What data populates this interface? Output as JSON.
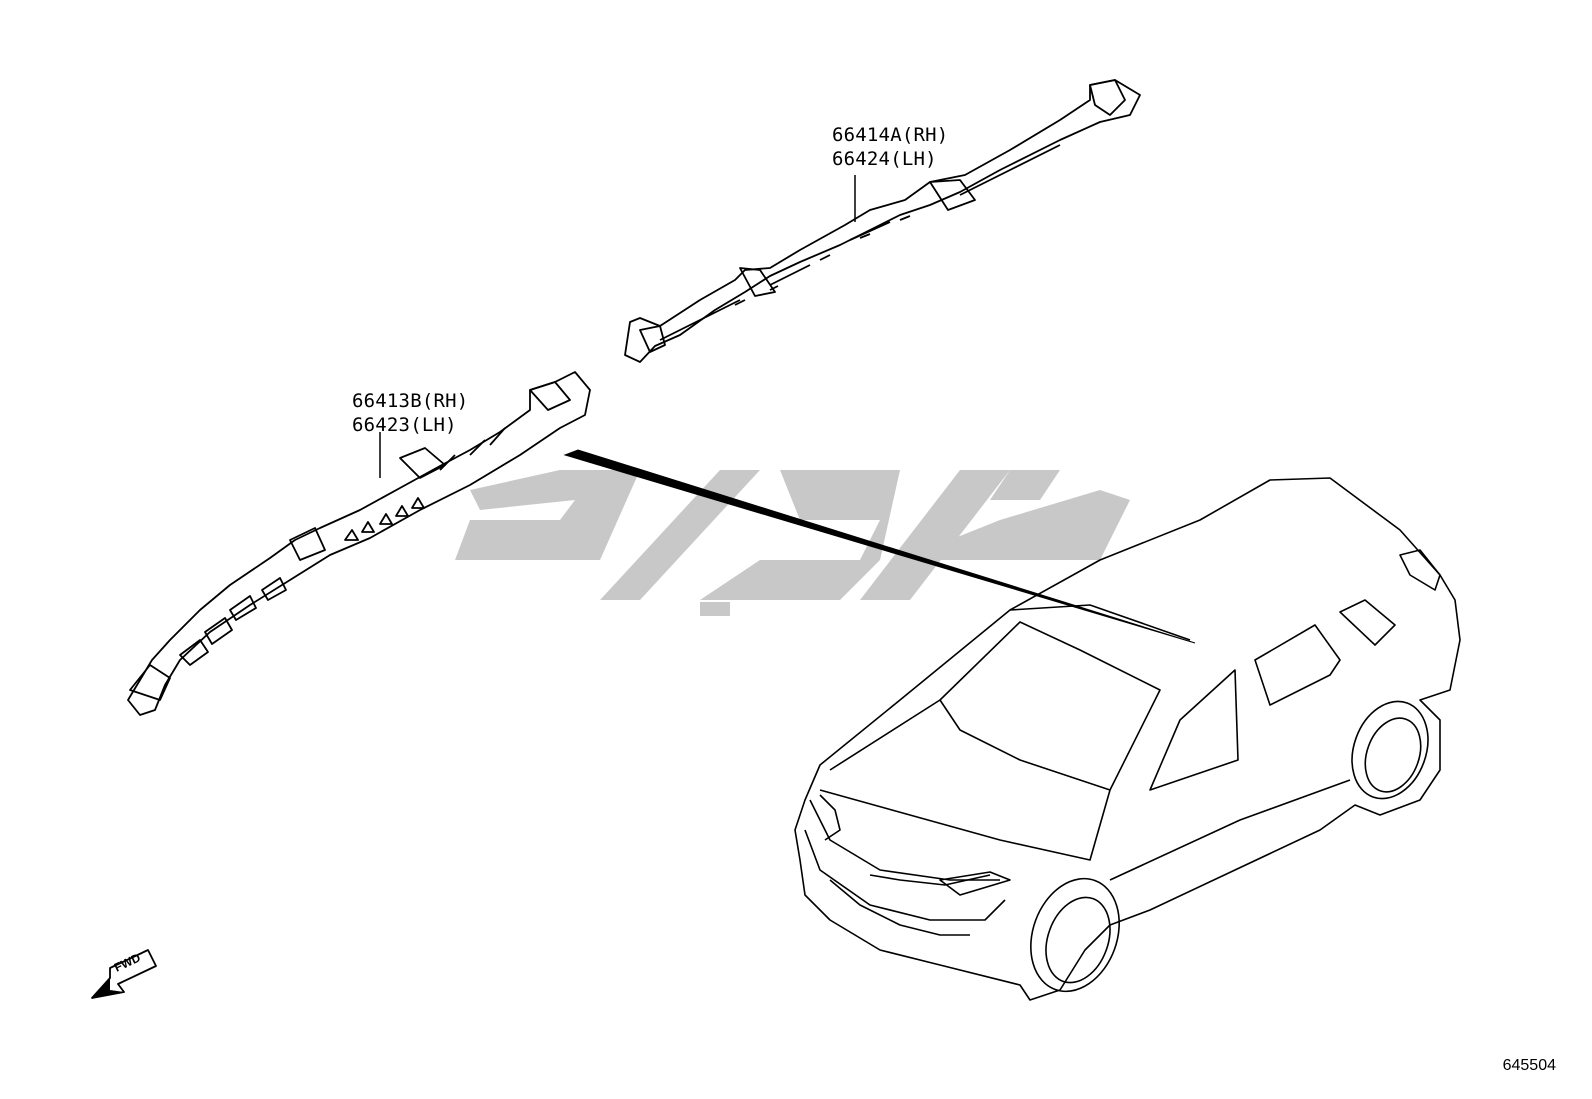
{
  "diagram": {
    "upper_part": {
      "code_rh": "66414A(RH)",
      "code_lh": "66424(LH)"
    },
    "lower_part": {
      "code_rh": "66413B(RH)",
      "code_lh": "66423(LH)"
    },
    "fwd_arrow_label": "FWD",
    "diagram_id": "645504",
    "watermark_text": "یدکی پارت"
  },
  "colors": {
    "line": "#000000",
    "watermark": "#c8c8c8",
    "background": "#ffffff"
  },
  "icons": [
    "fwd-arrow-icon",
    "vehicle-outline-icon",
    "roof-rail-part-icon"
  ]
}
